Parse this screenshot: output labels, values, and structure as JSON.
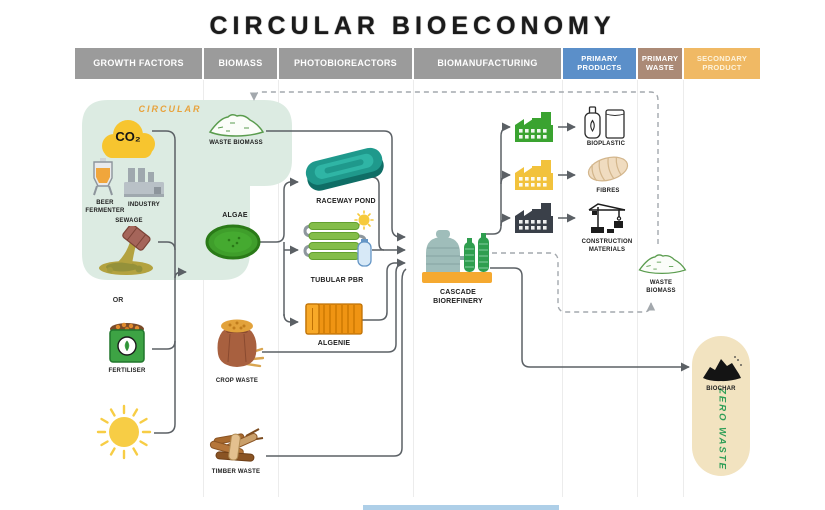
{
  "title": "CIRCULAR BIOECONOMY",
  "header": {
    "columns": [
      {
        "label": "GROWTH FACTORS",
        "color": "#9b9b9b",
        "text_color": "#ffffff"
      },
      {
        "label": "BIOMASS",
        "color": "#9b9b9b",
        "text_color": "#ffffff"
      },
      {
        "label": "PHOTOBIOREACTORS",
        "color": "#9b9b9b",
        "text_color": "#ffffff"
      },
      {
        "label": "BIOMANUFACTURING",
        "color": "#9b9b9b",
        "text_color": "#ffffff"
      },
      {
        "label": "PRIMARY PRODUCTS",
        "color": "#5b8fc9",
        "text_color": "#ffffff"
      },
      {
        "label": "PRIMARY WASTE",
        "color": "#ab8a76",
        "text_color": "#ffffff"
      },
      {
        "label": "SECONDARY PRODUCT",
        "color": "#f0b964",
        "text_color": "#fdf3dc"
      }
    ]
  },
  "regions": {
    "circular": {
      "label": "CIRCULAR",
      "bg": "#dcebe2",
      "label_color": "#e8a23c"
    },
    "zero_waste": {
      "label": "ZERO WASTE",
      "bg": "#f2e3c0",
      "label_color": "#2f9e57"
    }
  },
  "nodes": {
    "co2": "CO₂",
    "beer_fermenter": "BEER FERMENTER",
    "industry": "INDUSTRY",
    "sewage": "SEWAGE",
    "or": "OR",
    "fertiliser": "FERTILISER",
    "waste_biomass_in": "WASTE BIOMASS",
    "algae": "ALGAE",
    "crop_waste": "CROP WASTE",
    "timber_waste": "TIMBER WASTE",
    "raceway_pond": "RACEWAY POND",
    "tubular_pbr": "TUBULAR PBR",
    "algenie": "ALGENIE",
    "cascade_biorefinery": "CASCADE BIOREFINERY",
    "bioplastic": "BIOPLASTIC",
    "fibres": "FIBRES",
    "construction_materials": "CONSTRUCTION MATERIALS",
    "waste_biomass_out": "WASTE BIOMASS",
    "biochar": "BIOCHAR"
  },
  "colors": {
    "line": "#5b6065",
    "dashed_line": "#a3a8ad",
    "circular_region": "#dcebe2",
    "zero_waste_region": "#f2e3c0",
    "header_gray": "#9b9b9b",
    "header_blue": "#5b8fc9",
    "header_brown": "#ab8a76",
    "header_orange": "#f0b964"
  }
}
